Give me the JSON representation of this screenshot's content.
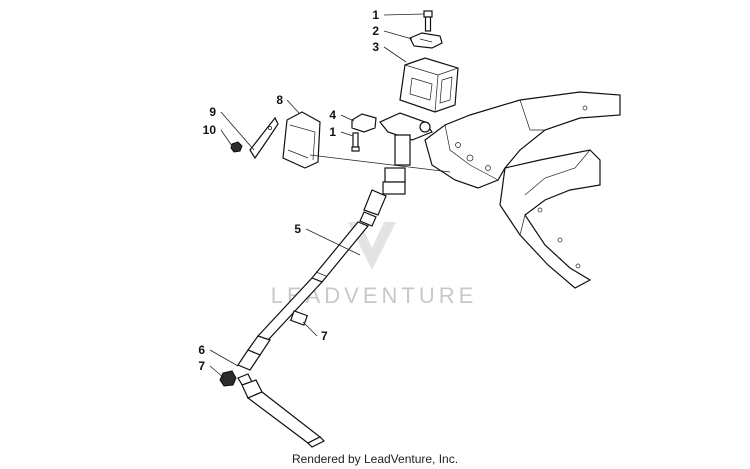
{
  "diagram": {
    "callouts": {
      "c1_top": "1",
      "c2": "2",
      "c3": "3",
      "c4": "4",
      "c1_mid": "1",
      "c8": "8",
      "c9": "9",
      "c10": "10",
      "c5": "5",
      "c7_right": "7",
      "c6": "6",
      "c7_left": "7"
    },
    "watermark_text": "LEADVENTURE",
    "caption": "Rendered by LeadVenture, Inc."
  },
  "colors": {
    "ink": "#111111",
    "watermark": "#c8c8c8",
    "background": "#ffffff"
  }
}
